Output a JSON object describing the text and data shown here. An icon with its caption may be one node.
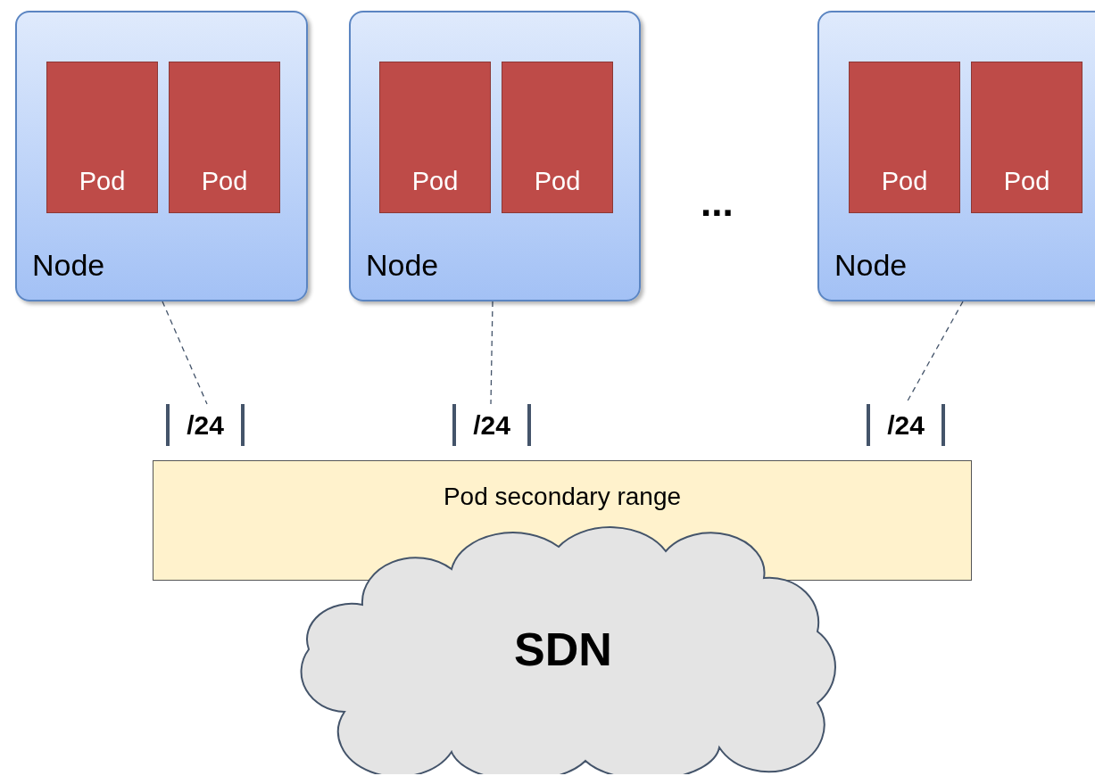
{
  "diagram": {
    "nodes": [
      {
        "text": [
          "Node"
        ]
      },
      {
        "text": [
          "Pod"
        ],
        "in": 0
      },
      {
        "text": [
          "Pod"
        ],
        "in": 0
      },
      {
        "text": [
          "Node"
        ]
      },
      {
        "text": [
          "Pod"
        ],
        "in": 3
      },
      {
        "text": [
          "Pod"
        ],
        "in": 3
      },
      {
        "text": [
          "Node"
        ]
      },
      {
        "text": [
          "Pod"
        ],
        "in": 6
      },
      {
        "text": [
          "Pod"
        ],
        "in": 6
      },
      {
        "text": [
          "/24"
        ]
      },
      {
        "text": [
          "/24"
        ]
      },
      {
        "text": [
          "/24"
        ]
      },
      {
        "text": [
          "Pod secondary range"
        ]
      },
      {
        "text": [
          "SDN"
        ]
      }
    ],
    "edges": [
      {
        "from": 0,
        "to": 9,
        "arrow": "none",
        "style": "dashed"
      },
      {
        "from": 3,
        "to": 10,
        "arrow": "none",
        "style": "dashed"
      },
      {
        "from": 6,
        "to": 11,
        "arrow": "none",
        "style": "dashed"
      }
    ],
    "labels": [
      "..."
    ]
  }
}
